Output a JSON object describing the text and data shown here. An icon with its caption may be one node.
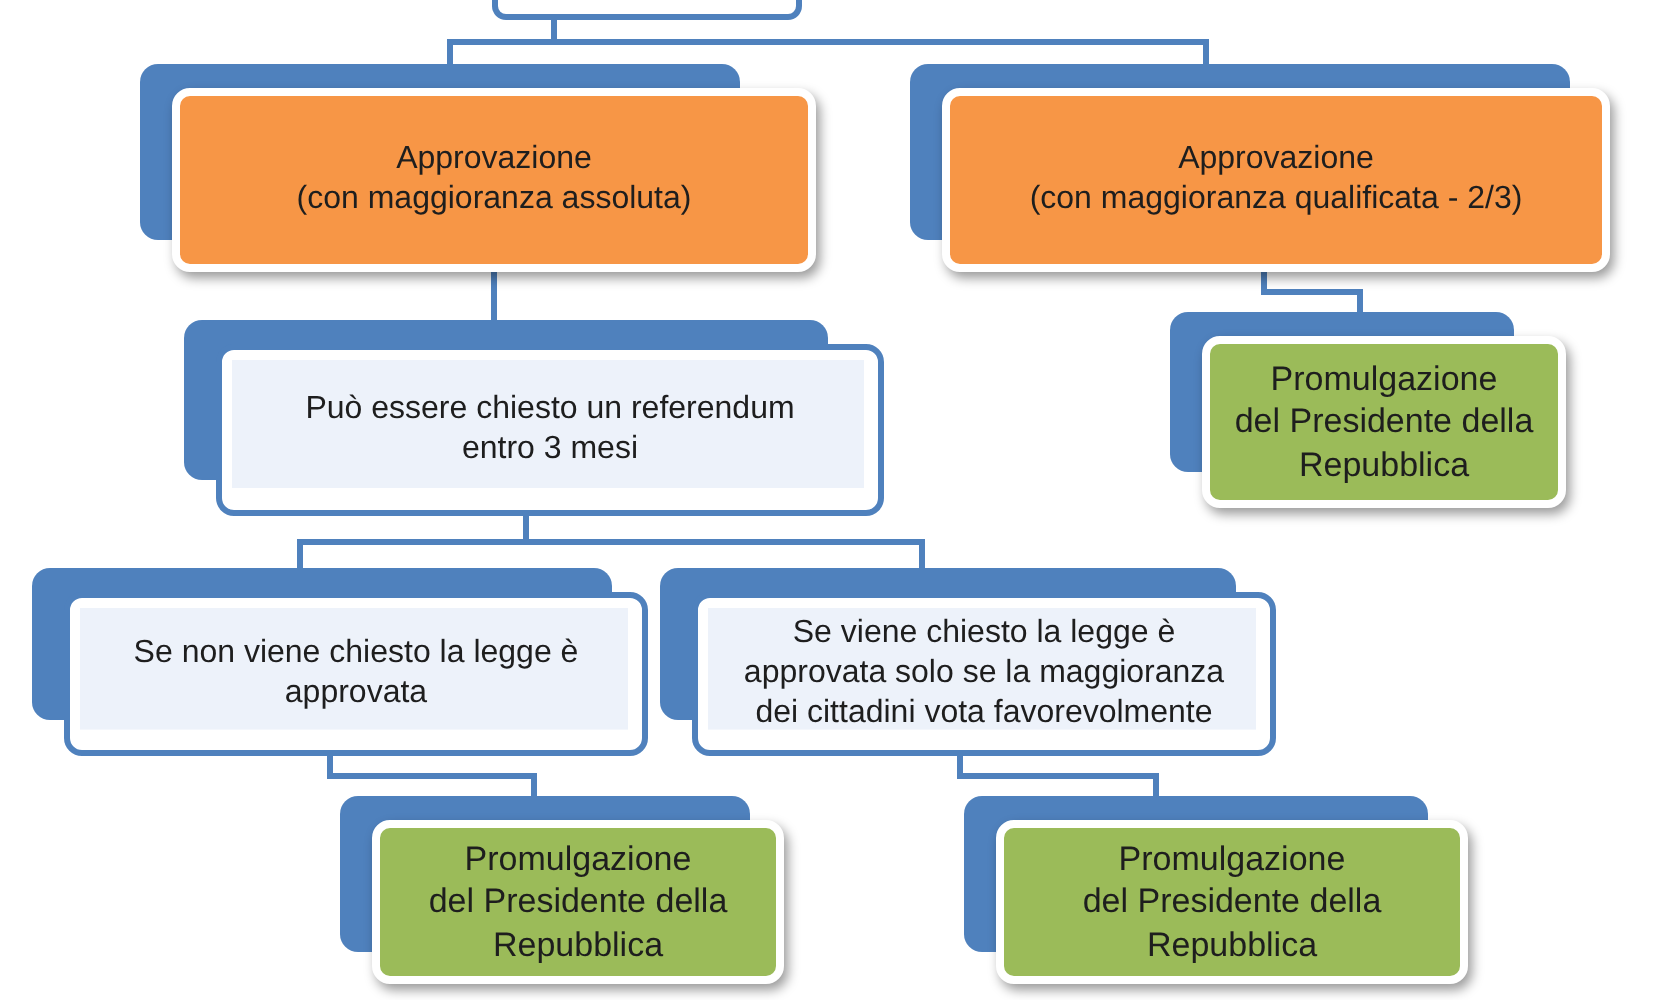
{
  "diagram": {
    "nodes": [
      {
        "text": [],
        "shape": "box"
      },
      {
        "text": [
          "Approvazione",
          "(con maggioranza assoluta)"
        ]
      },
      {
        "text": [
          "Approvazione",
          "(con maggioranza qualificata - 2/3)"
        ]
      },
      {
        "text": [
          "Promulgazione",
          "del Presidente della Repubblica"
        ]
      },
      {
        "text": [
          "Può essere chiesto un referendum entro 3 mesi"
        ]
      },
      {
        "text": [
          "Se non viene chiesto la legge è approvata"
        ]
      },
      {
        "text": [
          "Se viene chiesto la legge è approvata solo se la maggioranza dei cittadini vota favorevolmente"
        ]
      },
      {
        "text": [
          "Promulgazione",
          "del Presidente della Repubblica"
        ]
      },
      {
        "text": [
          "Promulgazione",
          "del Presidente della Repubblica"
        ]
      }
    ],
    "edges": [
      {
        "from": 0,
        "to": 1,
        "arrow": "none"
      },
      {
        "from": 0,
        "to": 2,
        "arrow": "none"
      },
      {
        "from": 1,
        "to": 4,
        "arrow": "none"
      },
      {
        "from": 2,
        "to": 3,
        "arrow": "none"
      },
      {
        "from": 4,
        "to": 5,
        "arrow": "none"
      },
      {
        "from": 4,
        "to": 6,
        "arrow": "none"
      },
      {
        "from": 5,
        "to": 7,
        "arrow": "none"
      },
      {
        "from": 6,
        "to": 8,
        "arrow": "none"
      }
    ]
  }
}
